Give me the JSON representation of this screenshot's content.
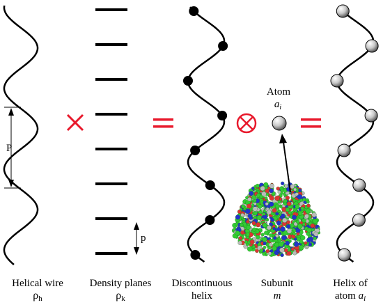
{
  "annotations": {
    "pitch_label": "P",
    "spacing_label": "p",
    "atom_label": "Atom",
    "atom_symbol": "a",
    "atom_subscript": "i"
  },
  "operators": {
    "times_color": "#e8192c",
    "equals_color": "#e8192c",
    "otimes_color": "#e8192c"
  },
  "captions": [
    {
      "line1": "Helical wire",
      "symbol": "ρ",
      "subscript": "h"
    },
    {
      "line1": "Density planes",
      "symbol": "ρ",
      "subscript": "k"
    },
    {
      "line1": "Discontinuous",
      "line2": "helix"
    },
    {
      "line1": "Subunit",
      "line2": "m"
    },
    {
      "line1": "Helix of",
      "line2_prefix": "atom ",
      "symbol": "a",
      "subscript": "i"
    }
  ],
  "colors": {
    "wire": "#000000",
    "planes": "#000000",
    "operator": "#e8192c",
    "atom_fill_light": "#ffffff",
    "atom_fill_dark": "#6b6b6b",
    "protein_green": "#33cc33",
    "protein_blue": "#2233cc",
    "protein_red": "#dd3333",
    "protein_grey": "#bbbbbb"
  }
}
